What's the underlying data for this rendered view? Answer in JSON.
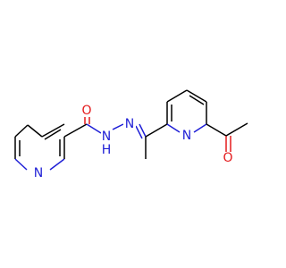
{
  "colors": {
    "carbon_bond": "#000000",
    "nitrogen": "#1f1fd6",
    "oxygen": "#e41a1c",
    "background": "#ffffff"
  },
  "atoms": {
    "oxygen_amide": {
      "symbol": "O"
    },
    "oxygen_ketone": {
      "symbol": "O"
    },
    "nitrogen_pyridine_left": {
      "symbol": "N"
    },
    "nitrogen_pyridine_right": {
      "symbol": "N"
    },
    "nitrogen_hydrazone": {
      "symbol": "N"
    },
    "nitrogen_amide": {
      "symbol": "N"
    },
    "hydrogen_amide": {
      "symbol": "H"
    }
  }
}
